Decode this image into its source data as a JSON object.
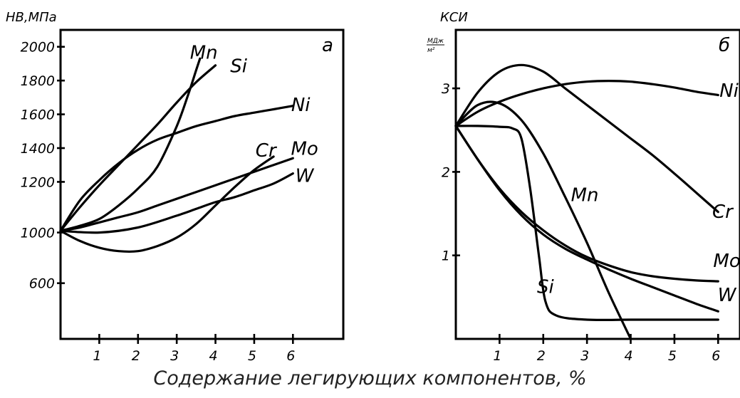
{
  "caption": "Содержание легирующих компонентов, %",
  "chart_data": [
    {
      "type": "line",
      "panel_label": "а",
      "ylabel": "HB,МПа",
      "xlabel": "",
      "x_ticks": [
        "1",
        "2",
        "3",
        "4",
        "5",
        "6"
      ],
      "y_ticks": [
        {
          "label": "600",
          "value": 600
        },
        {
          "label": "1000",
          "value": 900
        },
        {
          "label": "1200",
          "value": 1200
        },
        {
          "label": "1400",
          "value": 1400
        },
        {
          "label": "1600",
          "value": 1600
        },
        {
          "label": "1800",
          "value": 1800
        },
        {
          "label": "2000",
          "value": 2000
        }
      ],
      "xlim": [
        0,
        7.3
      ],
      "ylim": [
        270,
        2100
      ],
      "series": [
        {
          "name": "Mn",
          "label_at": [
            3.7,
            1930
          ],
          "x": [
            0,
            0.5,
            1,
            1.5,
            2,
            2.5,
            3,
            3.3,
            3.5,
            3.6
          ],
          "y": [
            910,
            940,
            980,
            1060,
            1160,
            1290,
            1530,
            1720,
            1860,
            1930
          ]
        },
        {
          "name": "Si",
          "label_at": [
            4.6,
            1850
          ],
          "x": [
            0,
            0.5,
            1,
            1.5,
            2,
            2.5,
            3,
            3.5,
            4.0
          ],
          "y": [
            910,
            1050,
            1180,
            1300,
            1420,
            1540,
            1670,
            1790,
            1890
          ]
        },
        {
          "name": "Ni",
          "label_at": [
            6.2,
            1620
          ],
          "x": [
            0,
            0.5,
            1,
            1.5,
            2,
            2.5,
            3,
            3.5,
            4,
            4.5,
            5,
            5.5,
            6.0
          ],
          "y": [
            910,
            1090,
            1210,
            1310,
            1390,
            1450,
            1490,
            1530,
            1560,
            1590,
            1610,
            1630,
            1650
          ]
        },
        {
          "name": "Cr",
          "label_at": [
            5.3,
            1350
          ],
          "x": [
            0,
            0.5,
            1,
            1.5,
            2,
            2.5,
            3,
            3.5,
            4,
            4.5,
            5,
            5.5
          ],
          "y": [
            910,
            850,
            810,
            790,
            790,
            820,
            870,
            950,
            1060,
            1170,
            1270,
            1350
          ]
        },
        {
          "name": "Mo",
          "label_at": [
            6.3,
            1360
          ],
          "x": [
            0,
            0.5,
            1,
            1.5,
            2,
            2.5,
            3,
            3.5,
            4,
            4.5,
            5,
            5.5,
            6.0
          ],
          "y": [
            910,
            930,
            960,
            990,
            1020,
            1060,
            1100,
            1140,
            1180,
            1220,
            1260,
            1300,
            1340
          ]
        },
        {
          "name": "W",
          "label_at": [
            6.3,
            1200
          ],
          "x": [
            0,
            1,
            2,
            3,
            3.5,
            4,
            4.5,
            5,
            5.5,
            6.0
          ],
          "y": [
            910,
            900,
            930,
            1000,
            1040,
            1080,
            1110,
            1150,
            1190,
            1250
          ]
        }
      ]
    },
    {
      "type": "line",
      "panel_label": "б",
      "ylabel": "КСИ",
      "yunit_numerator": "МДж",
      "yunit_denominator": "м²",
      "xlabel": "",
      "x_ticks": [
        "1",
        "2",
        "3",
        "4",
        "5",
        "6"
      ],
      "y_ticks": [
        {
          "label": "1",
          "value": 1
        },
        {
          "label": "2",
          "value": 2
        },
        {
          "label": "3",
          "value": 3
        }
      ],
      "xlim": [
        0,
        6.5
      ],
      "ylim": [
        0,
        3.7
      ],
      "series": [
        {
          "name": "Ni",
          "label_at": [
            6.25,
            2.9
          ],
          "x": [
            0,
            0.5,
            1,
            1.5,
            2,
            2.5,
            3,
            3.5,
            4,
            4.5,
            5,
            5.5,
            6.0
          ],
          "y": [
            2.55,
            2.72,
            2.84,
            2.93,
            3.0,
            3.05,
            3.08,
            3.09,
            3.08,
            3.05,
            3.01,
            2.96,
            2.92
          ]
        },
        {
          "name": "Cr",
          "label_at": [
            6.1,
            1.45
          ],
          "x": [
            0,
            0.5,
            1,
            1.5,
            2,
            2.5,
            3,
            3.5,
            4,
            4.5,
            5,
            5.5,
            6.0
          ],
          "y": [
            2.55,
            2.95,
            3.2,
            3.28,
            3.2,
            3.0,
            2.8,
            2.6,
            2.4,
            2.2,
            1.98,
            1.75,
            1.52
          ]
        },
        {
          "name": "Mn",
          "label_at": [
            2.95,
            1.65
          ],
          "x": [
            0,
            0.5,
            1,
            1.5,
            2,
            2.5,
            3,
            3.5,
            4.0
          ],
          "y": [
            2.55,
            2.8,
            2.82,
            2.62,
            2.22,
            1.7,
            1.15,
            0.55,
            0.0
          ]
        },
        {
          "name": "Si",
          "label_at": [
            2.05,
            0.55
          ],
          "x": [
            0,
            0.5,
            1,
            1.3,
            1.5,
            1.7,
            1.9,
            2.05,
            2.3,
            3,
            4,
            5,
            6.0
          ],
          "y": [
            2.55,
            2.55,
            2.54,
            2.52,
            2.4,
            1.8,
            1.0,
            0.45,
            0.28,
            0.23,
            0.23,
            0.23,
            0.23
          ]
        },
        {
          "name": "Mo",
          "label_at": [
            6.2,
            0.86
          ],
          "x": [
            0,
            0.5,
            1,
            1.5,
            2,
            2.5,
            3,
            3.5,
            4,
            4.5,
            5,
            5.5,
            6.0
          ],
          "y": [
            2.55,
            2.15,
            1.8,
            1.52,
            1.3,
            1.12,
            0.98,
            0.88,
            0.8,
            0.75,
            0.72,
            0.7,
            0.69
          ]
        },
        {
          "name": "W",
          "label_at": [
            6.2,
            0.45
          ],
          "x": [
            0,
            0.5,
            1,
            1.5,
            2,
            2.5,
            3,
            3.5,
            4,
            4.5,
            5,
            5.5,
            6.0
          ],
          "y": [
            2.55,
            2.15,
            1.78,
            1.48,
            1.25,
            1.08,
            0.95,
            0.83,
            0.72,
            0.62,
            0.52,
            0.42,
            0.33
          ]
        }
      ]
    }
  ]
}
